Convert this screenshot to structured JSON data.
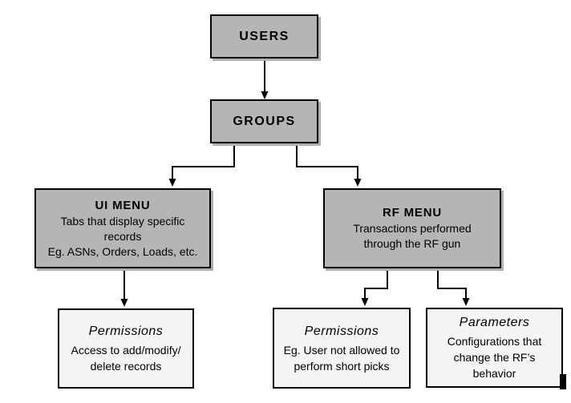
{
  "diagram": {
    "type": "flowchart",
    "colors": {
      "node_fill_gray": "#b5b5b5",
      "node_fill_light": "#f4f4f4",
      "node_border": "#000000",
      "connector": "#000000",
      "background": "#ffffff"
    },
    "nodes": {
      "users": {
        "label": "USERS"
      },
      "groups": {
        "label": "GROUPS"
      },
      "ui_menu": {
        "title": "UI MENU",
        "line1": "Tabs that display specific",
        "line2": "records",
        "line3": "Eg. ASNs, Orders, Loads, etc."
      },
      "rf_menu": {
        "title": "RF MENU",
        "line1": "Transactions performed",
        "line2": "through the RF gun"
      },
      "ui_permissions": {
        "title": "Permissions",
        "line1": "Access to add/modify/",
        "line2": "delete records"
      },
      "rf_permissions": {
        "title": "Permissions",
        "line1": "Eg. User not allowed to",
        "line2": "perform short picks"
      },
      "rf_parameters": {
        "title": "Parameters",
        "line1": "Configurations that",
        "line2": "change the RF’s",
        "line3": "behavior"
      }
    },
    "edges": [
      {
        "from": "users",
        "to": "groups"
      },
      {
        "from": "groups",
        "to": "ui_menu"
      },
      {
        "from": "groups",
        "to": "rf_menu"
      },
      {
        "from": "ui_menu",
        "to": "ui_permissions"
      },
      {
        "from": "rf_menu",
        "to": "rf_permissions"
      },
      {
        "from": "rf_menu",
        "to": "rf_parameters"
      }
    ]
  }
}
